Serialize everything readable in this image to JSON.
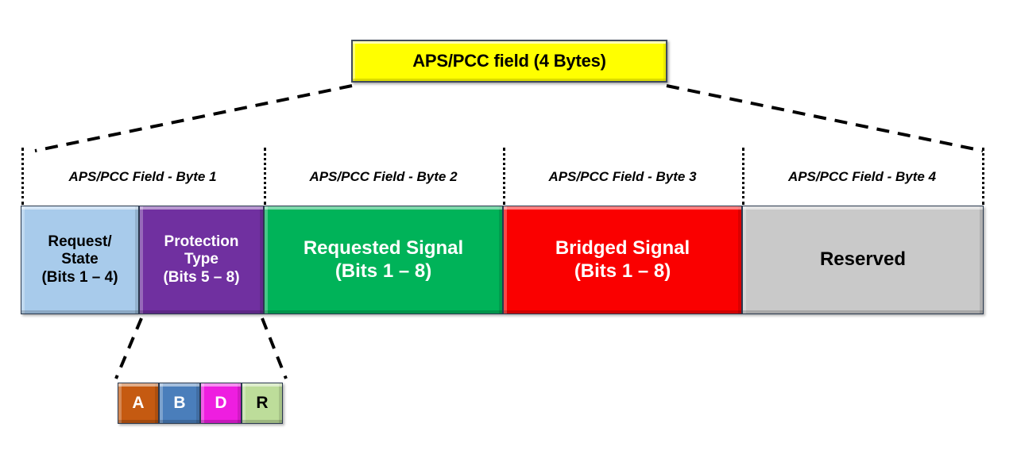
{
  "diagram": {
    "title_box": {
      "label": "APS/PCC field (4 Bytes)",
      "color": "#ffff00"
    },
    "byte_labels": [
      "APS/PCC Field - Byte 1",
      "APS/PCC Field - Byte 2",
      "APS/PCC Field - Byte 3",
      "APS/PCC Field - Byte 4"
    ],
    "fields": [
      {
        "line1": "Request/",
        "line2": "State",
        "line3": "(Bits 1 – 4)",
        "color": "#a8cbeb",
        "text_color": "#000000"
      },
      {
        "line1": "Protection",
        "line2": "Type",
        "line3": "(Bits 5 – 8)",
        "color": "#7030a0",
        "text_color": "#ffffff"
      },
      {
        "line1": "Requested Signal",
        "line2": "(Bits 1 – 8)",
        "line3": "",
        "color": "#00b359",
        "text_color": "#ffffff"
      },
      {
        "line1": "Bridged Signal",
        "line2": "(Bits 1 – 8)",
        "line3": "",
        "color": "#fa0000",
        "text_color": "#ffffff"
      },
      {
        "line1": "Reserved",
        "line2": "",
        "line3": "",
        "color": "#c9c9c9",
        "text_color": "#000000"
      }
    ],
    "protection_type_bits": [
      {
        "label": "A",
        "color": "#c55a11",
        "text_color": "#ffffff"
      },
      {
        "label": "B",
        "color": "#4a7ebb",
        "text_color": "#ffffff"
      },
      {
        "label": "D",
        "color": "#ee1ee0",
        "text_color": "#ffffff"
      },
      {
        "label": "R",
        "color": "#bddd9a",
        "text_color": "#000000"
      }
    ]
  }
}
